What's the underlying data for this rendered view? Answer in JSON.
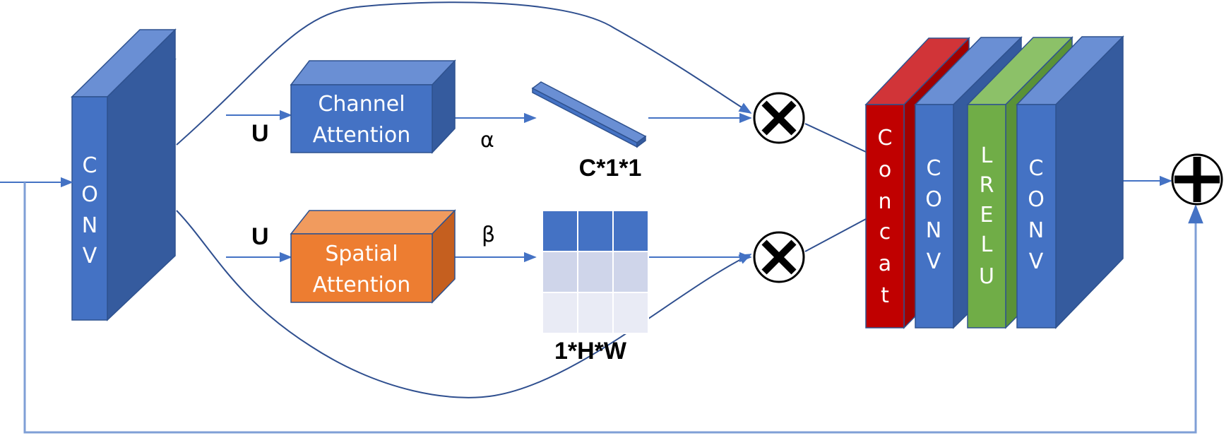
{
  "blocks": {
    "conv_left": {
      "letters": [
        "C",
        "O",
        "N",
        "V"
      ]
    },
    "channel_attention": {
      "line1": "Channel",
      "line2": "Attention"
    },
    "spatial_attention": {
      "line1": "Spatial",
      "line2": "Attention"
    },
    "concat": {
      "letters": [
        "C",
        "o",
        "n",
        "c",
        "a",
        "t"
      ]
    },
    "conv_right_1": {
      "letters": [
        "C",
        "O",
        "N",
        "V"
      ]
    },
    "lrelu": {
      "letters": [
        "L",
        "R",
        "E",
        "L",
        "U"
      ]
    },
    "conv_right_2": {
      "letters": [
        "C",
        "O",
        "N",
        "V"
      ]
    }
  },
  "labels": {
    "u_top": "U",
    "u_bottom": "U",
    "alpha": "α",
    "beta": "β",
    "channel_dim": "C*1*1",
    "spatial_dim": "1*H*W"
  },
  "operators": {
    "multiply": "×",
    "add": "+"
  },
  "colors": {
    "blue_front": "#4472C4",
    "blue_top": "#6A8FD4",
    "blue_side": "#355B9E",
    "orange_front": "#ED7D31",
    "orange_top": "#F19B5E",
    "orange_side": "#C55F1F",
    "red_front": "#C00000",
    "red_top": "#D13438",
    "green_front": "#70AD47",
    "green_top": "#8CC168",
    "arrow": "#4472C4",
    "line": "#2F4F8F"
  }
}
